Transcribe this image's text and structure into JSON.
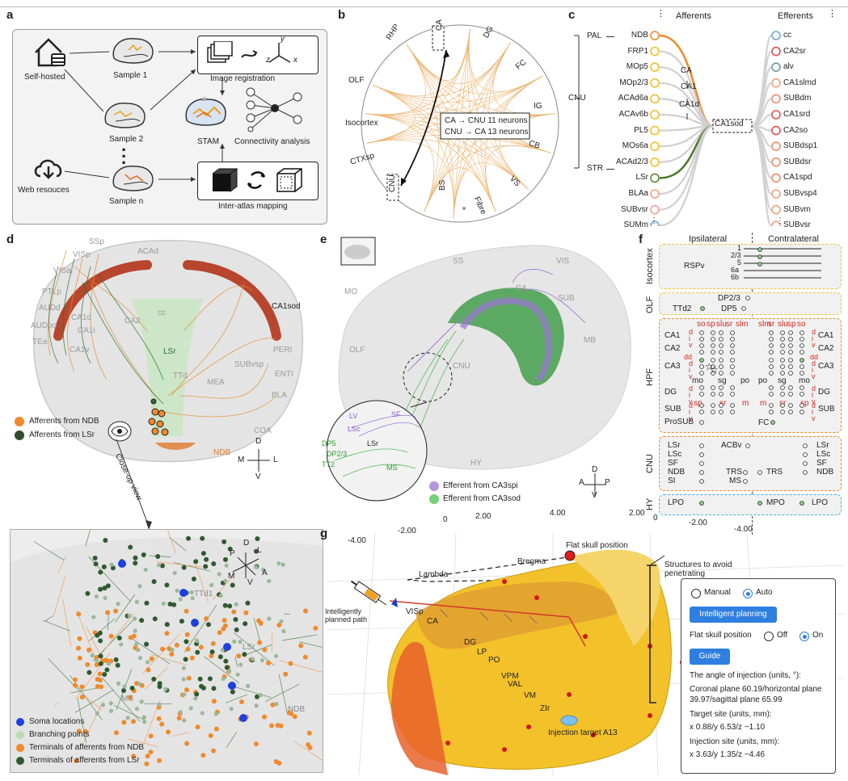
{
  "panels": {
    "a": {
      "label": "a",
      "self_hosted": "Self-hosted",
      "web_resources": "Web resouces",
      "sample1": "Sample 1",
      "sample2": "Sample 2",
      "samplen": "Sample n",
      "image_registration": "Image registration",
      "stam": "STAM",
      "connectivity": "Connectivity analysis",
      "inter_atlas": "Inter-atlas mapping",
      "axis_x": "x",
      "axis_y": "y",
      "axis_z": "z"
    },
    "b": {
      "label": "b",
      "regions": [
        "CA",
        "DG",
        "FC",
        "IG",
        "CB",
        "VS",
        "Fibre",
        "BS",
        "CNU",
        "CTXsp",
        "Isocortex",
        "OLF",
        "RHP"
      ],
      "box_line1": "CA → CNU 11 neurons",
      "box_line2": "CNU → CA 13 neurons"
    },
    "c": {
      "label": "c",
      "afferents_title": "Afferents",
      "efferents_title": "Efferents",
      "ellipsis": "⋮",
      "afferents": [
        "NDB",
        "FRP1",
        "MOp5",
        "MOp2/3",
        "ACAd6a",
        "ACAv6b",
        "PL5",
        "MOs6a",
        "ACAd2/3",
        "LSr",
        "BLAa",
        "SUBvsr",
        "SUMm"
      ],
      "efferents": [
        "cc",
        "CA2sr",
        "alv",
        "CA1slmd",
        "SUBdm",
        "CA1srd",
        "CA2so",
        "SUBdsp1",
        "SUBdsr",
        "CA1spd",
        "SUBvsp4",
        "SUBvm",
        "SUBvsr"
      ],
      "groups": {
        "pal": "PAL",
        "cnu": "CNU",
        "str": "STR"
      },
      "hierarchy": [
        "CA",
        "CA1",
        "CA1d",
        "CA1sod"
      ]
    },
    "d": {
      "label": "d",
      "regions": [
        "SSp",
        "ACAd",
        "VISp",
        "VISal",
        "PTLp",
        "AUDd",
        "AUDpo",
        "TEa",
        "CA1d",
        "CA1i",
        "CA1v",
        "CA2",
        "cc",
        "LSr",
        "TTd",
        "CA1sod",
        "PERI",
        "ENTI",
        "SUBvsp",
        "MEA",
        "BLA",
        "COA",
        "NDB"
      ],
      "close_up": "Close-up view",
      "legend_ndb": "Afferents from NDB",
      "legend_lsr": "Afferents from LSr",
      "compass": {
        "d": "D",
        "v": "V",
        "m": "M",
        "l": "L"
      },
      "inset_regions": [
        "TTd1",
        "LSr",
        "MS",
        "NDB"
      ],
      "inset_compass": {
        "p": "P",
        "d": "D",
        "l": "L",
        "m": "M",
        "v": "V",
        "a": "A"
      },
      "inset_legend": [
        "Soma locations",
        "Branching points",
        "Terminals of afferents from NDB",
        "Terminals of afferents from LSr"
      ]
    },
    "e": {
      "label": "e",
      "regions": [
        "SS",
        "VIS",
        "MO",
        "CA",
        "SUB",
        "OLF",
        "CNU",
        "MB",
        "HY"
      ],
      "zoom_labels": [
        "LV",
        "SF",
        "LSc",
        "LSr",
        "DP5",
        "DP2/3",
        "TT2",
        "MS"
      ],
      "legend_spi": "Efferent from CA3spi",
      "legend_sod": "Efferent from CA3sod",
      "compass": {
        "d": "D",
        "a": "A",
        "p": "P",
        "v": "V"
      }
    },
    "f": {
      "label": "f",
      "ipsi": "Ipsilateral",
      "contra": "Contralateral",
      "groups": {
        "iso": "Isocortex",
        "olf": "OLF",
        "hpf": "HPF",
        "cnu": "CNU",
        "hy": "HY"
      },
      "iso_layers": [
        "1",
        "2/3",
        "5",
        "6a",
        "6b"
      ],
      "rspv": "RSPv",
      "olf_labels": [
        "DP2/3",
        "TTd2",
        "DP5"
      ],
      "hpf_rows": [
        "CA1",
        "CA2",
        "CA3",
        "DG",
        "SUB",
        "ProSUB"
      ],
      "hpf_cols_left": [
        "so",
        "sp",
        "slu",
        "sr",
        "slm"
      ],
      "hpf_cols_right": [
        "slm",
        "sr",
        "slu",
        "sp",
        "so"
      ],
      "dg_cols": [
        "mo",
        "sg",
        "po",
        "po",
        "sg",
        "mo"
      ],
      "sub_cols": [
        "sp",
        "sr",
        "m",
        "m",
        "sr",
        "sp"
      ],
      "dvi": [
        "d",
        "i",
        "v"
      ],
      "dd": "dd",
      "fc": "FC",
      "cnu_left": [
        "LSr",
        "LSc",
        "SF",
        "NDB",
        "SI"
      ],
      "cnu_mid": [
        "ACBv",
        "TRS",
        "MS"
      ],
      "cnu_right_trs": "TRS",
      "cnu_right": [
        "LSr",
        "LSc",
        "SF",
        "NDB"
      ],
      "hy_left": "LPO",
      "hy_right": [
        "MPO",
        "LPO"
      ]
    },
    "g": {
      "label": "g",
      "top_ticks": [
        "-4.00",
        "-2.00",
        "0",
        "2.00",
        "4.00",
        "2.00",
        "0",
        "-2.00",
        "-4.00"
      ],
      "side_tick": "2.00",
      "flat_skull": "Flat skull position",
      "bregma": "Bregma",
      "lambda": "Lambda",
      "avoid": "Structures to avoid penetrating",
      "planned_path": "Intelligently planned path",
      "path_labels": [
        "VISp",
        "CA",
        "DG",
        "LP",
        "PO",
        "VPM",
        "VAL",
        "VM",
        "ZIr"
      ],
      "injection_target": "Injection target A13",
      "ui": {
        "manual": "Manual",
        "auto": "Auto",
        "intelligent_planning": "Intelligent planning",
        "flat_skull_position": "Flat skull position",
        "off": "Off",
        "on": "On",
        "guide": "Guide",
        "angle_title": "The angle of injection (units, °):",
        "angle_values": "Coronal plane 60.19/horizontal plane 39.97/sagittal plane 65.99",
        "target_title": "Target site (units, mm):",
        "target_values": "x  0.88/y  6.53/z  −1.10",
        "injection_title": "Injection site (units, mm):",
        "injection_values": "x  3.63/y  1.35/z  −4.46"
      }
    }
  },
  "colors": {
    "orange": "#f08a2c",
    "green": "#2f6e2f",
    "purple": "#a884d6",
    "lightgreen": "#68c468",
    "blue": "#1f3fe0",
    "yellow": "#f5c842",
    "red": "#d42a1e"
  }
}
